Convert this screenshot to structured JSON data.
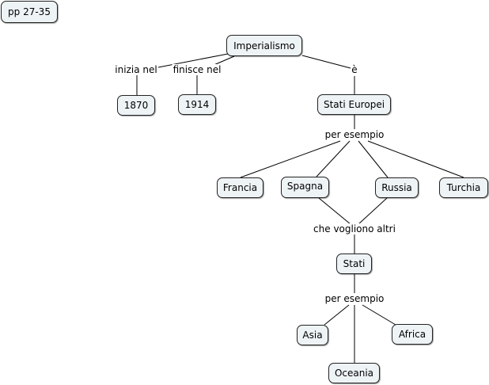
{
  "map": {
    "title_note": "pp 27-35",
    "concepts": {
      "imperialismo": "Imperialismo",
      "y1870": "1870",
      "y1914": "1914",
      "stati_europei": "Stati Europei",
      "francia": "Francia",
      "spagna": "Spagna",
      "russia": "Russia",
      "turchia": "Turchia",
      "stati": "Stati",
      "asia": "Asia",
      "africa": "Africa",
      "oceania": "Oceania"
    },
    "linking_phrases": {
      "inizia_nel": "inizia nel",
      "finisce_nel": "finisce nel",
      "e": "è",
      "per_esempio_1": "per esempio",
      "che_vogliono_altri": "che vogliono altri",
      "per_esempio_2": "per esempio"
    },
    "colors": {
      "node_fill": "#eef3f5",
      "node_border": "#222222",
      "line": "#000000"
    }
  }
}
